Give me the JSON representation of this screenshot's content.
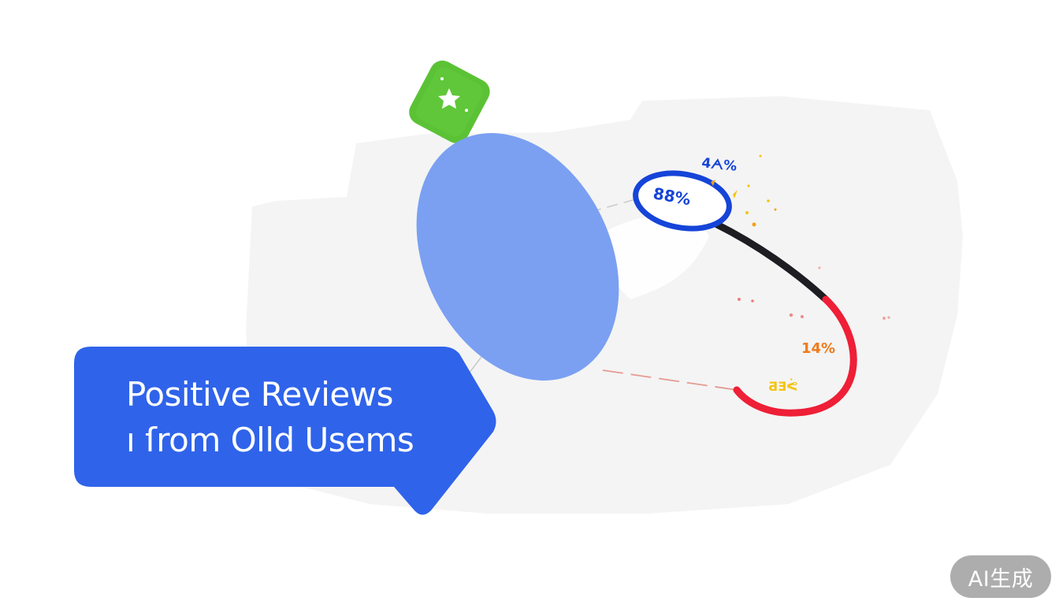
{
  "callout": {
    "line1": "Positive Reviews",
    "line2": "ı ſrom Olld Usems"
  },
  "labels": {
    "top_right": "4ᗅ%",
    "ring": "88%",
    "orange": "14%",
    "yellow": "ƋƎᕚ"
  },
  "badge": "AI生成",
  "colors": {
    "callout_bg": "#2F63EA",
    "ellipse": "#7BA0F2",
    "ring": "#1544D8",
    "black_arc": "#1D1D22",
    "red_arc": "#EE1F36",
    "tag": "#5BC236",
    "orange": "#F07A1A",
    "yellow": "#F4C414"
  },
  "icons": [
    "star-icon"
  ]
}
